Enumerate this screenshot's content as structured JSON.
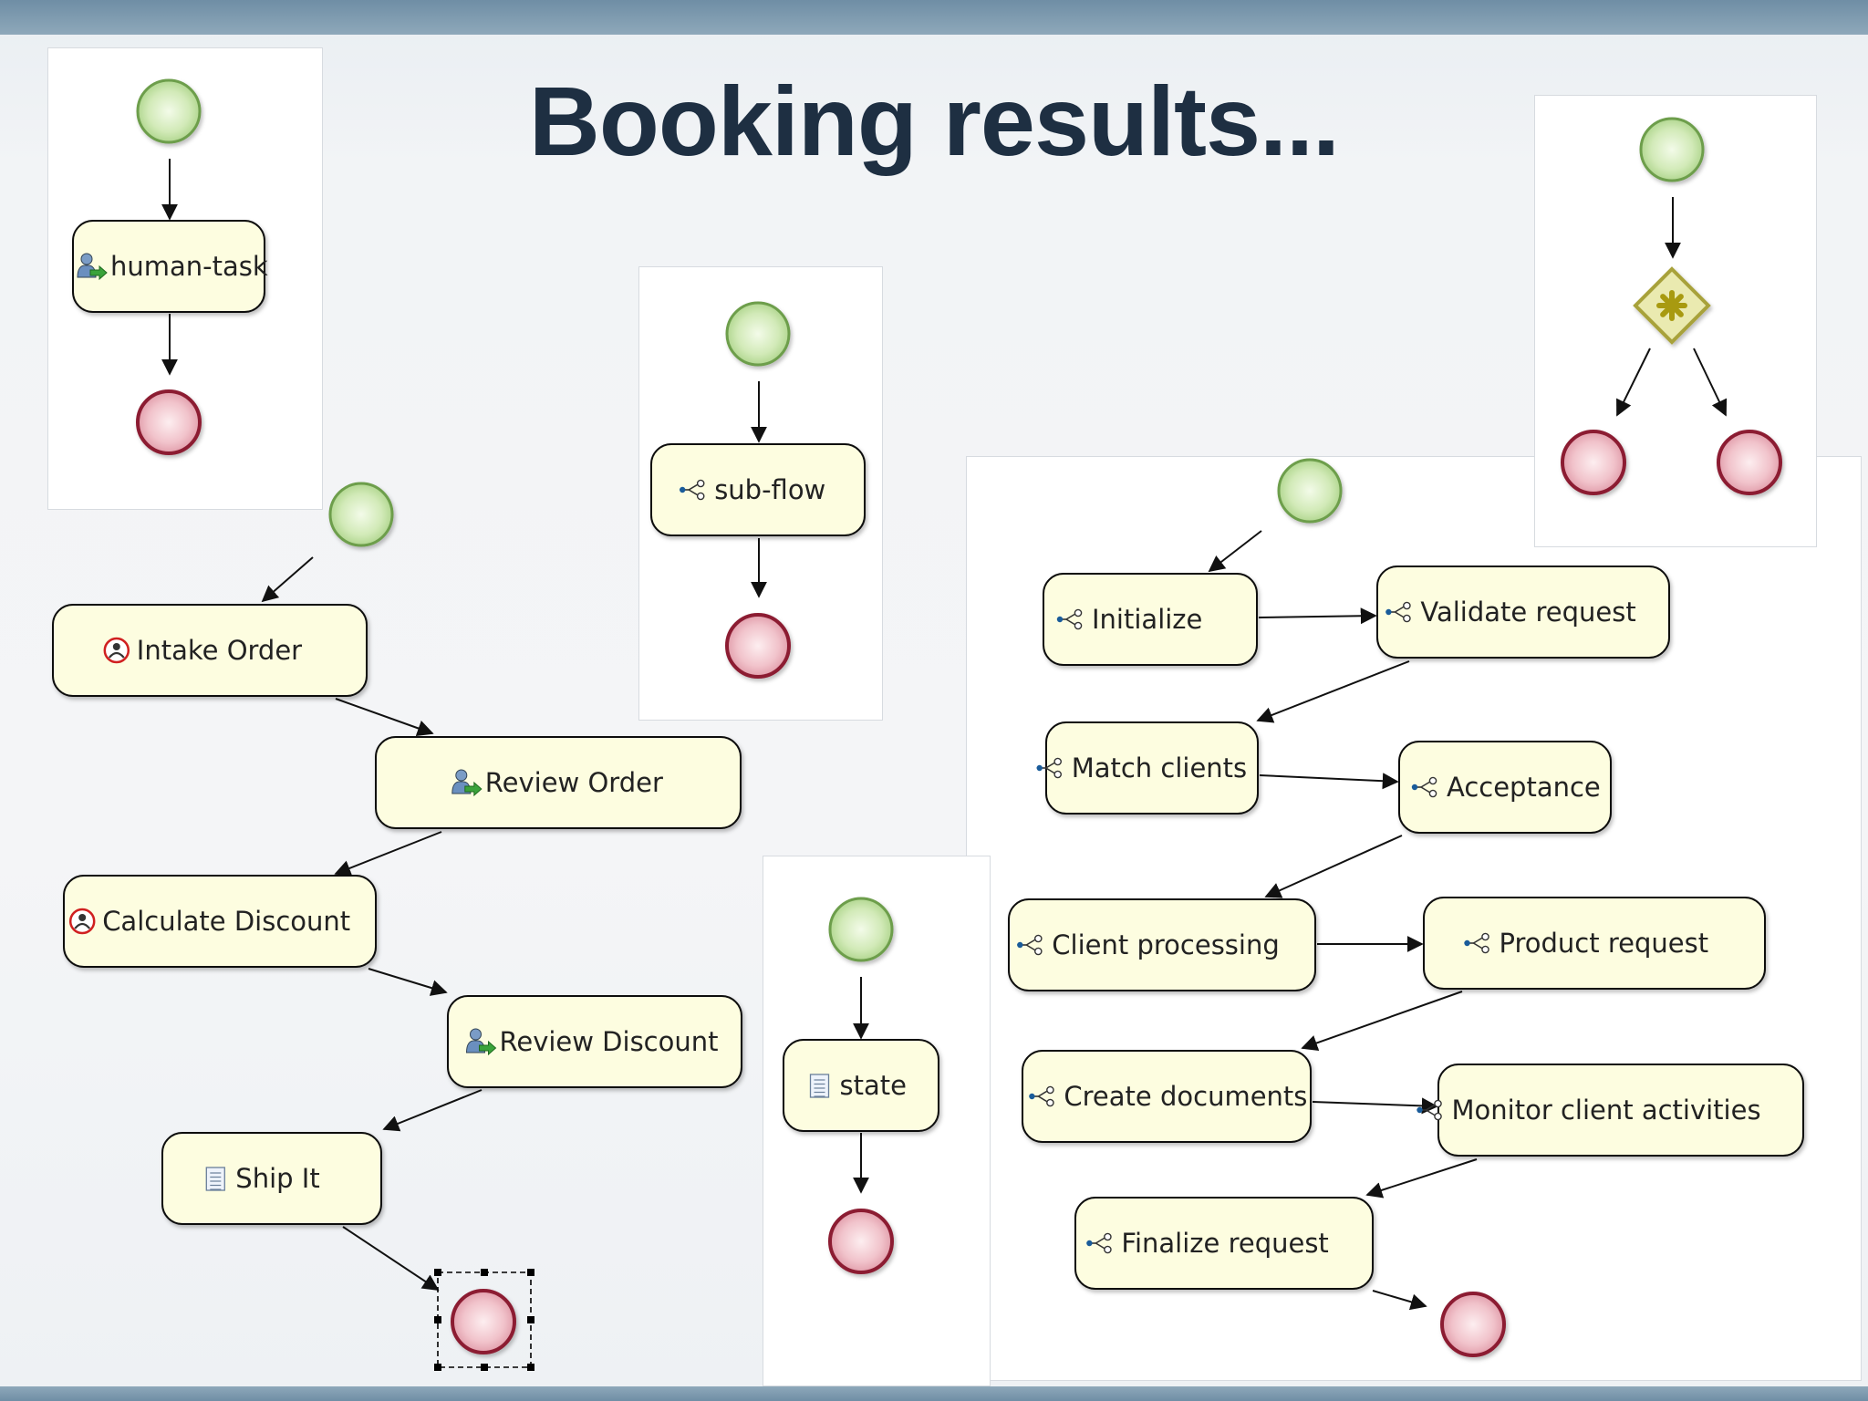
{
  "title": "Booking results...",
  "colors": {
    "node_fill": "#fdfde0",
    "start_green": "#8fc46a",
    "end_red": "#c0405a",
    "title": "#1e2f42"
  },
  "diagrams": [
    {
      "id": "human-task-flow",
      "nodes": [
        {
          "id": "start1",
          "kind": "start"
        },
        {
          "id": "ht",
          "kind": "task",
          "icon": "human-task-icon",
          "label": "human-task"
        },
        {
          "id": "end1",
          "kind": "end"
        }
      ],
      "edges": [
        [
          "start1",
          "ht"
        ],
        [
          "ht",
          "end1"
        ]
      ]
    },
    {
      "id": "order-flow",
      "nodes": [
        {
          "id": "start2",
          "kind": "start"
        },
        {
          "id": "intake",
          "kind": "task",
          "icon": "rule-icon",
          "label": "Intake Order"
        },
        {
          "id": "review",
          "kind": "task",
          "icon": "human-task-icon",
          "label": "Review Order"
        },
        {
          "id": "calc",
          "kind": "task",
          "icon": "rule-icon",
          "label": "Calculate Discount"
        },
        {
          "id": "revdisc",
          "kind": "task",
          "icon": "human-task-icon",
          "label": "Review Discount"
        },
        {
          "id": "ship",
          "kind": "task",
          "icon": "script-icon",
          "label": "Ship It"
        },
        {
          "id": "end2",
          "kind": "end",
          "selected": true
        }
      ],
      "edges": [
        [
          "start2",
          "intake"
        ],
        [
          "intake",
          "review"
        ],
        [
          "review",
          "calc"
        ],
        [
          "calc",
          "revdisc"
        ],
        [
          "revdisc",
          "ship"
        ],
        [
          "ship",
          "end2"
        ]
      ]
    },
    {
      "id": "sub-flow-flow",
      "nodes": [
        {
          "id": "start3",
          "kind": "start"
        },
        {
          "id": "sf",
          "kind": "task",
          "icon": "subflow-icon",
          "label": "sub-flow"
        },
        {
          "id": "end3",
          "kind": "end"
        }
      ],
      "edges": [
        [
          "start3",
          "sf"
        ],
        [
          "sf",
          "end3"
        ]
      ]
    },
    {
      "id": "state-flow",
      "nodes": [
        {
          "id": "start4",
          "kind": "start"
        },
        {
          "id": "st",
          "kind": "task",
          "icon": "script-icon",
          "label": "state"
        },
        {
          "id": "end4",
          "kind": "end"
        }
      ],
      "edges": [
        [
          "start4",
          "st"
        ],
        [
          "st",
          "end4"
        ]
      ]
    },
    {
      "id": "gateway-flow",
      "nodes": [
        {
          "id": "start5",
          "kind": "start"
        },
        {
          "id": "gw",
          "kind": "gateway",
          "icon": "asterisk-gateway-icon"
        },
        {
          "id": "end5a",
          "kind": "end"
        },
        {
          "id": "end5b",
          "kind": "end"
        }
      ],
      "edges": [
        [
          "start5",
          "gw"
        ],
        [
          "gw",
          "end5a"
        ],
        [
          "gw",
          "end5b"
        ]
      ]
    },
    {
      "id": "booking-flow",
      "nodes": [
        {
          "id": "start6",
          "kind": "start"
        },
        {
          "id": "init",
          "kind": "task",
          "icon": "subflow-icon",
          "label": "Initialize"
        },
        {
          "id": "validate",
          "kind": "task",
          "icon": "subflow-icon",
          "label": "Validate request"
        },
        {
          "id": "match",
          "kind": "task",
          "icon": "subflow-icon",
          "label": "Match clients"
        },
        {
          "id": "accept",
          "kind": "task",
          "icon": "subflow-icon",
          "label": "Acceptance"
        },
        {
          "id": "clientproc",
          "kind": "task",
          "icon": "subflow-icon",
          "label": "Client processing"
        },
        {
          "id": "product",
          "kind": "task",
          "icon": "subflow-icon",
          "label": "Product request"
        },
        {
          "id": "createdocs",
          "kind": "task",
          "icon": "subflow-icon",
          "label": "Create documents"
        },
        {
          "id": "monitor",
          "kind": "task",
          "icon": "subflow-icon",
          "label": "Monitor client activities"
        },
        {
          "id": "finalize",
          "kind": "task",
          "icon": "subflow-icon",
          "label": "Finalize request"
        },
        {
          "id": "end6",
          "kind": "end"
        }
      ],
      "edges": [
        [
          "start6",
          "init"
        ],
        [
          "init",
          "validate"
        ],
        [
          "validate",
          "match"
        ],
        [
          "match",
          "accept"
        ],
        [
          "accept",
          "clientproc"
        ],
        [
          "clientproc",
          "product"
        ],
        [
          "product",
          "createdocs"
        ],
        [
          "createdocs",
          "monitor"
        ],
        [
          "monitor",
          "finalize"
        ],
        [
          "finalize",
          "end6"
        ]
      ]
    }
  ]
}
